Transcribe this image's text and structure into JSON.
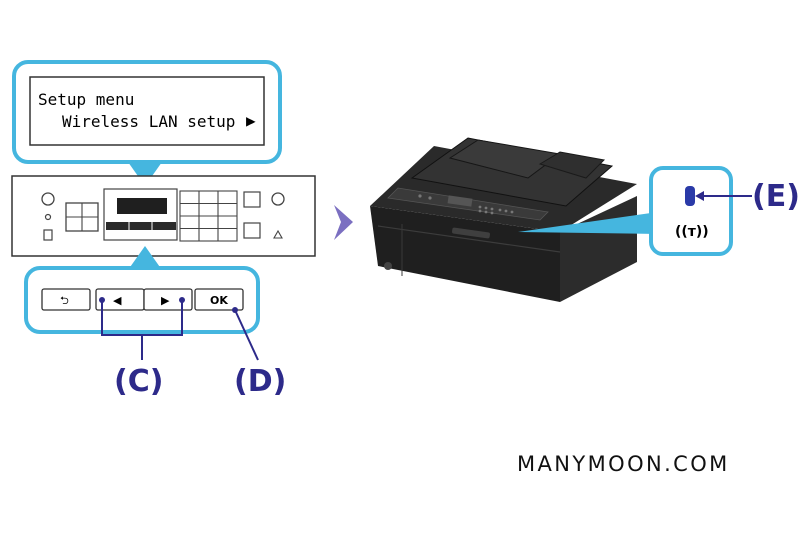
{
  "lcd": {
    "line1": "Setup menu",
    "line2": "Wireless LAN setup",
    "line2_arrow": "▶"
  },
  "buttons": {
    "back_glyph": "⮌",
    "left_glyph": "◀",
    "right_glyph": "▶",
    "ok_label": "OK"
  },
  "callouts": {
    "c": "(C)",
    "d": "(D)",
    "e": "(E)"
  },
  "icons": {
    "wifi_glyph": "((ᴛ))"
  },
  "watermark": "MANYMOON.COM",
  "colors": {
    "callout_border": "#45b6df",
    "accent_blue": "#45b6df",
    "label_navy": "#2d2a8a",
    "arrow_purple": "#7b6fc1",
    "printer_body": "#1f1f1f",
    "wifi_lamp": "#2a3aa8"
  }
}
